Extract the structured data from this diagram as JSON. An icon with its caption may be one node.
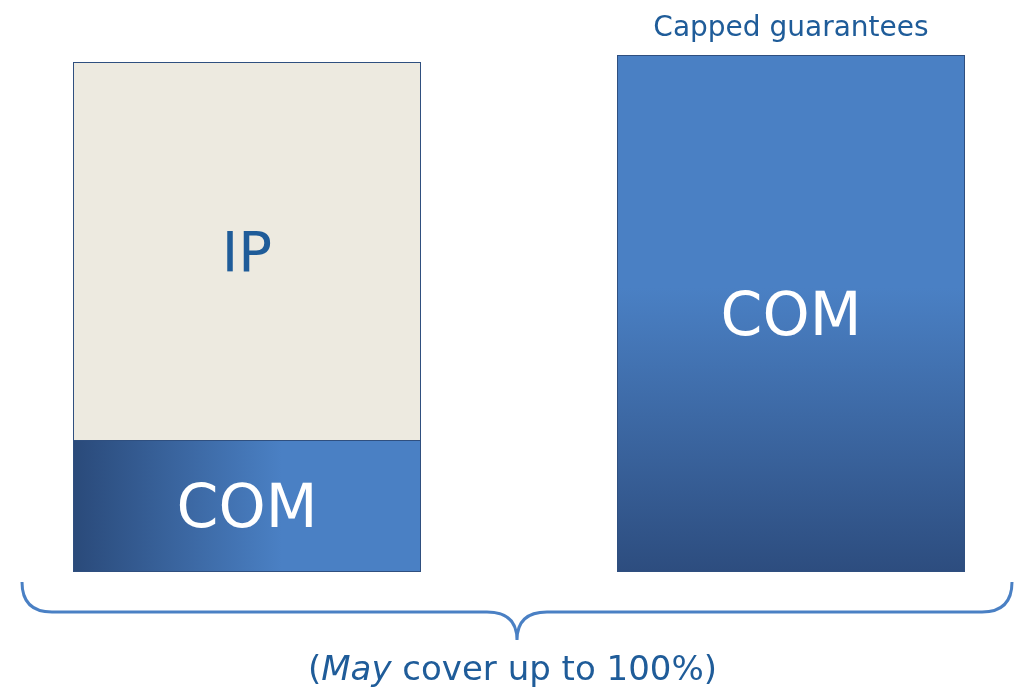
{
  "diagram": {
    "nodes": [
      {
        "text": [
          "IP"
        ]
      },
      {
        "text": [
          "COM"
        ]
      },
      {
        "text": [
          "Capped guarantees",
          "COM"
        ]
      }
    ],
    "labels": [
      "(*May* cover up to 100%)"
    ]
  }
}
